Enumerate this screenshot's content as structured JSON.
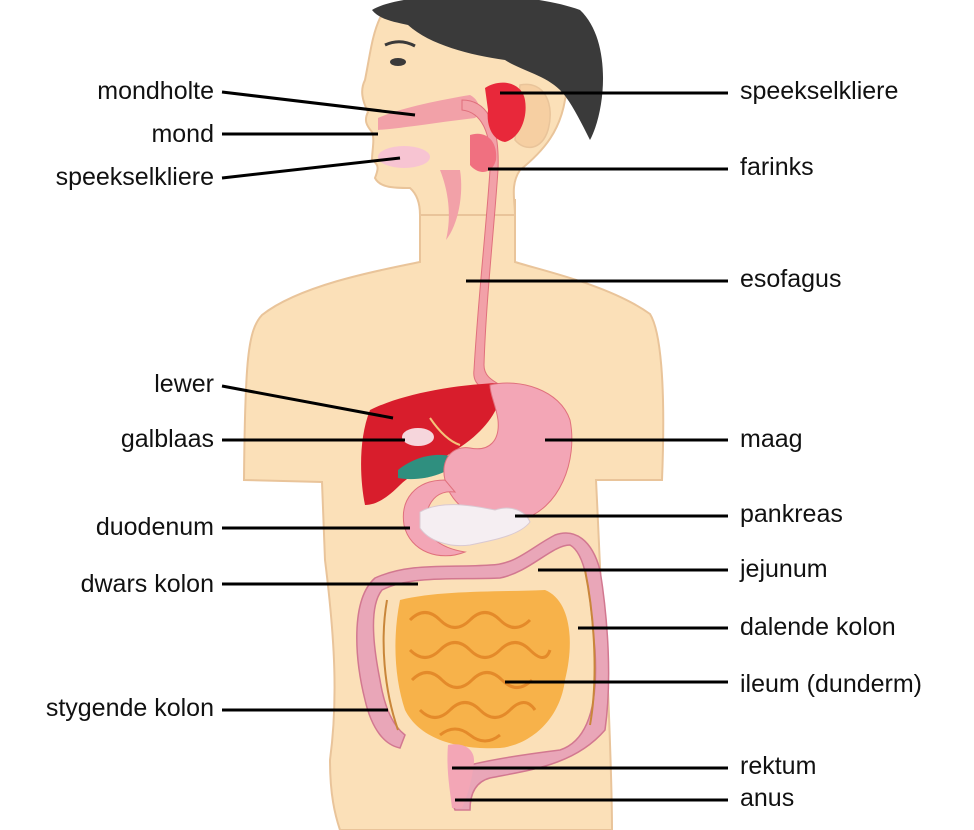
{
  "diagram": {
    "left_labels": {
      "mondholte": "mondholte",
      "mond": "mond",
      "speekselkliere": "speekselkliere",
      "lewer": "lewer",
      "galblaas": "galblaas",
      "duodenum": "duodenum",
      "dwars_kolon": "dwars kolon",
      "stygende_kolon": "stygende kolon"
    },
    "right_labels": {
      "speekselkliere": "speekselkliere",
      "farinks": "farinks",
      "esofagus": "esofagus",
      "maag": "maag",
      "pankreas": "pankreas",
      "jejunum": "jejunum",
      "dalende_kolon": "dalende kolon",
      "ileum": "ileum (dunderm)",
      "rektum": "rektum",
      "anus": "anus"
    },
    "colors": {
      "skin": "#fbe0b8",
      "skin_outline": "#e9c49a",
      "hair": "#3a3a3a",
      "tract": "#f2a1a8",
      "tract_dark": "#e0707c",
      "liver": "#d81d2c",
      "gland": "#e8283a",
      "gallbladder": "#2f8f7f",
      "pancreas": "#f5eef2",
      "small_intestine": "#f7b24a",
      "colon": "#e9a6b8",
      "leader": "#000000"
    }
  }
}
